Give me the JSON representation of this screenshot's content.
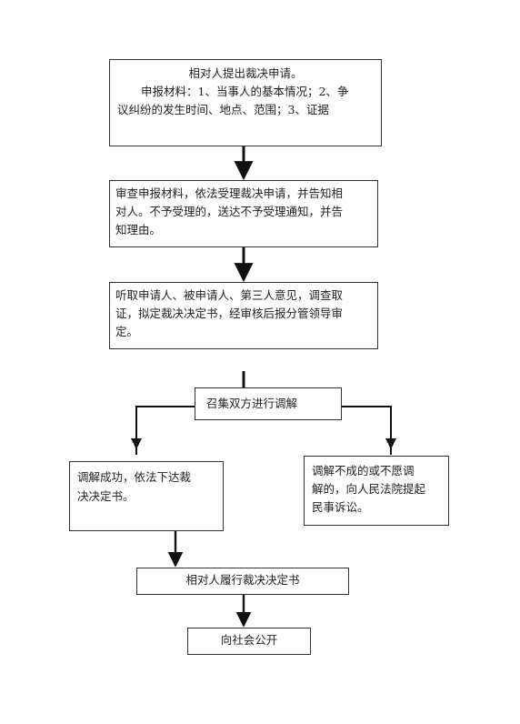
{
  "flowchart": {
    "step1": {
      "title": "相对人提出裁决申请。",
      "line2": "申报材料：1、当事人的基本情况；2、争",
      "line3": "议纠纷的发生时间、地点、范围；3、证据"
    },
    "step2": {
      "line1": "审查申报材料，依法受理裁决申请，并告知相",
      "line2": "对人。不予受理的，送达不予受理通知，并告",
      "line3": "知理由。"
    },
    "step3": {
      "line1": "听取申请人、被申请人、第三人意见，调查取",
      "line2": "证，拟定裁决决定书，经审核后报分管领导审",
      "line3": "定。"
    },
    "step4": {
      "text": "召集双方进行调解"
    },
    "branch_left": {
      "line1": "调解成功，依法下达裁",
      "line2": "决决定书。"
    },
    "branch_right": {
      "line1": "调解不成的或不愿调",
      "line2": "解的，向人民法院提起",
      "line3": "民事诉讼。"
    },
    "step5": {
      "text": "相对人履行裁决决定书"
    },
    "step6": {
      "text": "向社会公开"
    }
  }
}
